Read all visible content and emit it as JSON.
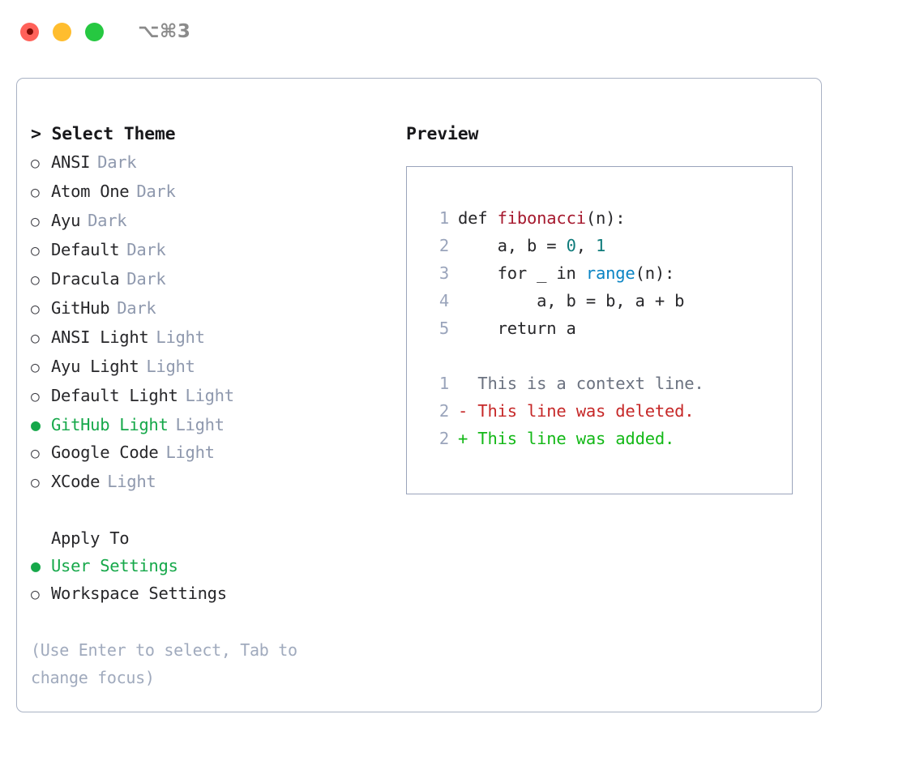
{
  "window": {
    "title": "⌥⌘3",
    "traffic_lights": [
      "close-red",
      "minimize-yellow",
      "maximize-green"
    ]
  },
  "theme_picker": {
    "header": "> Select Theme",
    "items": [
      {
        "label": "ANSI",
        "badge": "Dark",
        "selected": false
      },
      {
        "label": "Atom One",
        "badge": "Dark",
        "selected": false
      },
      {
        "label": "Ayu",
        "badge": "Dark",
        "selected": false
      },
      {
        "label": "Default",
        "badge": "Dark",
        "selected": false
      },
      {
        "label": "Dracula",
        "badge": "Dark",
        "selected": false
      },
      {
        "label": "GitHub",
        "badge": "Dark",
        "selected": false
      },
      {
        "label": "ANSI Light",
        "badge": "Light",
        "selected": false
      },
      {
        "label": "Ayu Light",
        "badge": "Light",
        "selected": false
      },
      {
        "label": "Default Light",
        "badge": "Light",
        "selected": false
      },
      {
        "label": "GitHub Light",
        "badge": "Light",
        "selected": true
      },
      {
        "label": "Google Code",
        "badge": "Light",
        "selected": false
      },
      {
        "label": "XCode",
        "badge": "Light",
        "selected": false
      }
    ]
  },
  "apply_to": {
    "header": "Apply To",
    "items": [
      {
        "label": "User Settings",
        "selected": true
      },
      {
        "label": "Workspace Settings",
        "selected": false
      }
    ]
  },
  "hint": "(Use Enter to select, Tab to change focus)",
  "preview": {
    "header": "Preview",
    "code_lines": [
      {
        "num": "1",
        "segments": [
          {
            "text": "def ",
            "type": "plain"
          },
          {
            "text": "fibonacci",
            "type": "function"
          },
          {
            "text": "(n):",
            "type": "plain"
          }
        ]
      },
      {
        "num": "2",
        "segments": [
          {
            "text": "    a, b = ",
            "type": "plain"
          },
          {
            "text": "0",
            "type": "number"
          },
          {
            "text": ", ",
            "type": "plain"
          },
          {
            "text": "1",
            "type": "number"
          }
        ]
      },
      {
        "num": "3",
        "segments": [
          {
            "text": "    for _ in ",
            "type": "plain"
          },
          {
            "text": "range",
            "type": "call"
          },
          {
            "text": "(n):",
            "type": "plain"
          }
        ]
      },
      {
        "num": "4",
        "segments": [
          {
            "text": "        a, b = b, a + b",
            "type": "plain"
          }
        ]
      },
      {
        "num": "5",
        "segments": [
          {
            "text": "    return a",
            "type": "plain"
          }
        ]
      }
    ],
    "diff_lines": [
      {
        "num": "1",
        "marker": " ",
        "text": " This is a context line.",
        "kind": "context"
      },
      {
        "num": "2",
        "marker": "-",
        "text": " This line was deleted.",
        "kind": "deleted"
      },
      {
        "num": "2",
        "marker": "+",
        "text": " This line was added.",
        "kind": "added"
      }
    ]
  },
  "colors": {
    "selected_green": "#16a84a",
    "badge_gray": "#8f99ae",
    "hint_gray": "#a0aabd",
    "panel_border": "#a9b2c4",
    "preview_border": "#9aa4bb",
    "diff_deleted": "#c62828",
    "diff_added": "#13b817",
    "syntax_function": "#a6192e",
    "syntax_number": "#0f7b7b",
    "syntax_call": "#0a84c4"
  }
}
